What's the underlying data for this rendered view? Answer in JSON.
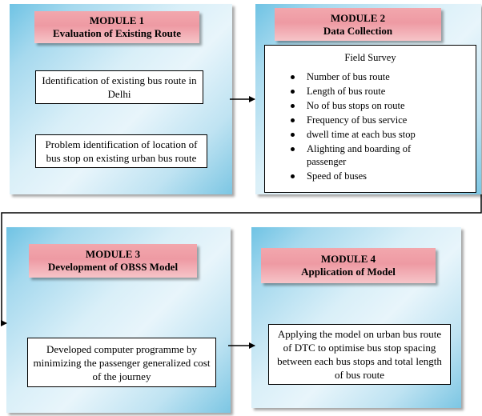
{
  "modules": [
    {
      "title_line1": "MODULE 1",
      "title_line2": "Evaluation of Existing Route",
      "boxes": [
        "Identification of existing bus route in Delhi",
        "Problem identification of location of bus stop on existing urban bus route"
      ]
    },
    {
      "title_line1": "MODULE 2",
      "title_line2": "Data Collection",
      "survey_title": "Field Survey",
      "items": [
        "Number of bus route",
        "Length of bus route",
        "No of bus stops on route",
        "Frequency of bus service",
        "dwell time at each bus stop",
        "Alighting and boarding of passenger",
        "Speed of buses"
      ]
    },
    {
      "title_line1": "MODULE 3",
      "title_line2": "Development of OBSS Model",
      "boxes": [
        "Developed computer programme by minimizing the passenger generalized cost of the journey"
      ]
    },
    {
      "title_line1": "MODULE 4",
      "title_line2": "Application of Model",
      "boxes": [
        "Applying the model on urban bus route of DTC to optimise bus stop spacing between each bus stops and total length of bus route"
      ]
    }
  ]
}
